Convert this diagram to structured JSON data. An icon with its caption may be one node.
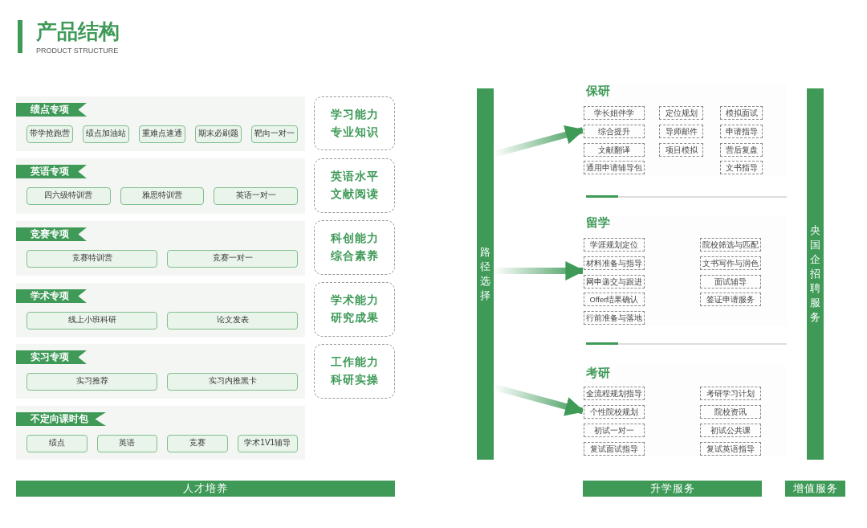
{
  "diagram": {
    "title": "产品结构",
    "nodes": [
      {
        "text": [
          "绩点专项"
        ]
      },
      {
        "text": [
          "带学抢跑营"
        ],
        "in": 0
      },
      {
        "text": [
          "绩点加油站"
        ],
        "in": 0
      },
      {
        "text": [
          "重难点速通"
        ],
        "in": 0
      },
      {
        "text": [
          "期末必刷题"
        ],
        "in": 0
      },
      {
        "text": [
          "靶向一对一"
        ],
        "in": 0
      },
      {
        "text": [
          "英语专项"
        ]
      },
      {
        "text": [
          "四六级特训营"
        ],
        "in": 6
      },
      {
        "text": [
          "雅思特训营"
        ],
        "in": 6
      },
      {
        "text": [
          "英语一对一"
        ],
        "in": 6
      },
      {
        "text": [
          "竞赛专项"
        ]
      },
      {
        "text": [
          "竞赛特训营"
        ],
        "in": 10
      },
      {
        "text": [
          "竞赛一对一"
        ],
        "in": 10
      },
      {
        "text": [
          "学术专项"
        ]
      },
      {
        "text": [
          "线上小班科研"
        ],
        "in": 13
      },
      {
        "text": [
          "论文发表"
        ],
        "in": 13
      },
      {
        "text": [
          "实习专项"
        ]
      },
      {
        "text": [
          "实习推荐"
        ],
        "in": 16
      },
      {
        "text": [
          "实习内推黑卡"
        ],
        "in": 16
      },
      {
        "text": [
          "不定向课时包"
        ]
      },
      {
        "text": [
          "绩点"
        ],
        "in": 19
      },
      {
        "text": [
          "英语"
        ],
        "in": 19
      },
      {
        "text": [
          "竞赛"
        ],
        "in": 19
      },
      {
        "text": [
          "学术1V1辅导"
        ],
        "in": 19
      },
      {
        "text": [
          "学习能力",
          "专业知识"
        ]
      },
      {
        "text": [
          "英语水平",
          "文献阅读"
        ]
      },
      {
        "text": [
          "科创能力",
          "综合素养"
        ]
      },
      {
        "text": [
          "学术能力",
          "研究成果"
        ]
      },
      {
        "text": [
          "工作能力",
          "科研实操"
        ]
      },
      {
        "text": [
          "人才培养"
        ]
      },
      {
        "text": [
          "路径选择"
        ]
      },
      {
        "text": [
          "保研"
        ]
      },
      {
        "text": [
          "学长姐伴学"
        ],
        "in": 31
      },
      {
        "text": [
          "定位规划"
        ],
        "in": 31
      },
      {
        "text": [
          "模拟面试"
        ],
        "in": 31
      },
      {
        "text": [
          "综合提升"
        ],
        "in": 31
      },
      {
        "text": [
          "导师邮件"
        ],
        "in": 31
      },
      {
        "text": [
          "申请指导"
        ],
        "in": 31
      },
      {
        "text": [
          "文献翻译"
        ],
        "in": 31
      },
      {
        "text": [
          "项目模拟"
        ],
        "in": 31
      },
      {
        "text": [
          "营后复盘"
        ],
        "in": 31
      },
      {
        "text": [
          "通用申请辅导包"
        ],
        "in": 31
      },
      {
        "text": [
          "文书指导"
        ],
        "in": 31
      },
      {
        "text": [
          "留学"
        ]
      },
      {
        "text": [
          "学涯规划定位"
        ],
        "in": 43
      },
      {
        "text": [
          "院校筛选与匹配"
        ],
        "in": 43
      },
      {
        "text": [
          "材料准备与指导"
        ],
        "in": 43
      },
      {
        "text": [
          "文书写作与润色"
        ],
        "in": 43
      },
      {
        "text": [
          "网申递交与跟进"
        ],
        "in": 43
      },
      {
        "text": [
          "面试辅导"
        ],
        "in": 43
      },
      {
        "text": [
          "Offer结果确认"
        ],
        "in": 43
      },
      {
        "text": [
          "签证申请服务"
        ],
        "in": 43
      },
      {
        "text": [
          "行前准备与落地"
        ],
        "in": 43
      },
      {
        "text": [
          "考研"
        ]
      },
      {
        "text": [
          "全流程规划指导"
        ],
        "in": 53
      },
      {
        "text": [
          "考研学习计划"
        ],
        "in": 53
      },
      {
        "text": [
          "个性院校规划"
        ],
        "in": 53
      },
      {
        "text": [
          "院校资讯"
        ],
        "in": 53
      },
      {
        "text": [
          "初试一对一"
        ],
        "in": 53
      },
      {
        "text": [
          "初试公共课"
        ],
        "in": 53
      },
      {
        "text": [
          "复试面试指导"
        ],
        "in": 53
      },
      {
        "text": [
          "复试英语指导"
        ],
        "in": 53
      },
      {
        "text": [
          "央国企招聘服务"
        ]
      },
      {
        "text": [
          "升学服务"
        ]
      },
      {
        "text": [
          "增值服务"
        ]
      }
    ],
    "edges": [
      {
        "from": 30,
        "to": 31,
        "arrow": "to",
        "style": "thick"
      },
      {
        "from": 30,
        "to": 43,
        "arrow": "to",
        "style": "thick"
      },
      {
        "from": 30,
        "to": 53,
        "arrow": "to",
        "style": "thick"
      }
    ],
    "labels": [
      "PRODUCT STRUCTURE"
    ]
  }
}
